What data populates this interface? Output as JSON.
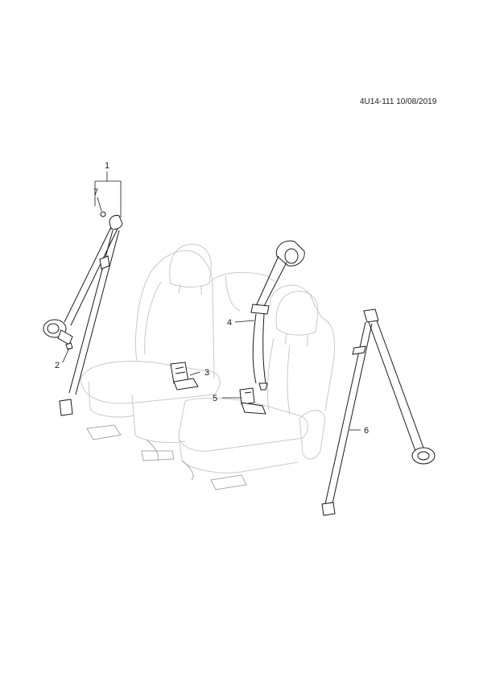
{
  "reference": "4U14-111 10/08/2019",
  "callouts": {
    "c1": "1",
    "c2": "2",
    "c3": "3",
    "c4": "4",
    "c5": "5",
    "c6": "6",
    "c7": "7"
  }
}
